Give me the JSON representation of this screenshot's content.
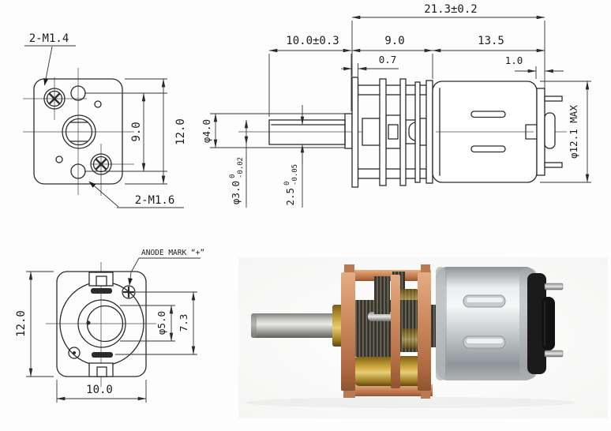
{
  "front_view": {
    "label_screws_small": "2-M1.4",
    "label_screws_large": "2-M1.6",
    "dim_hole_spacing": "9.0",
    "dim_body_height": "12.0"
  },
  "side_view": {
    "dim_total_length": "21.3±0.2",
    "dim_shaft_length": "10.0±0.3",
    "dim_gearbox_length": "9.0",
    "dim_motor_length": "13.5",
    "dim_plate_thickness": "0.7",
    "dim_cap_thickness": "1.0",
    "dim_boss_dia": "φ4.0",
    "dim_shaft_dia": "φ3.0",
    "shaft_dia_tol_upper": "0",
    "shaft_dia_tol_lower": "-0.02",
    "dim_shaft_flat": "2.5",
    "shaft_flat_tol_upper": "0",
    "shaft_flat_tol_lower": "-0.05",
    "dim_motor_dia": "φ12.1 MAX"
  },
  "rear_view": {
    "dim_body_height": "12.0",
    "dim_body_width": "10.0",
    "dim_boss_dia": "φ5.0",
    "dim_mark_offset": "7.3",
    "anode_label": "ANODE MARK “+”"
  },
  "colors": {
    "line": "#2b2b2b",
    "copper": "#c9875f",
    "brass": "#c7a13b",
    "steel": "#c6c9cb",
    "end_cap": "#171717"
  }
}
